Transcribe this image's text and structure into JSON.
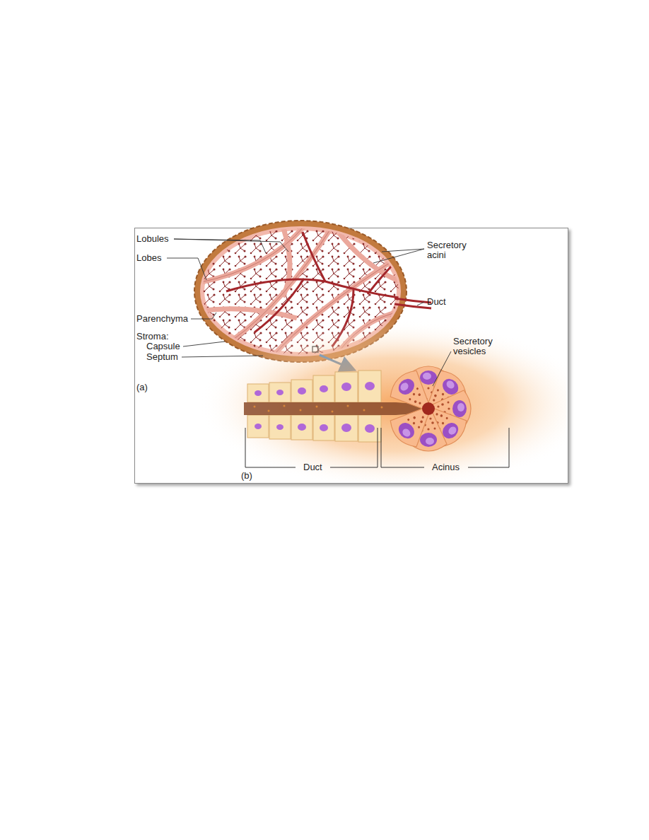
{
  "diagram": {
    "labels": [
      "Lobules",
      "Lobes",
      "Secretory acini",
      "Duct",
      "Parenchyma",
      "Stroma:",
      "Capsule",
      "Septum",
      "(a)",
      "Secretory vesicles",
      "Duct",
      "Acinus",
      "(b)"
    ]
  }
}
